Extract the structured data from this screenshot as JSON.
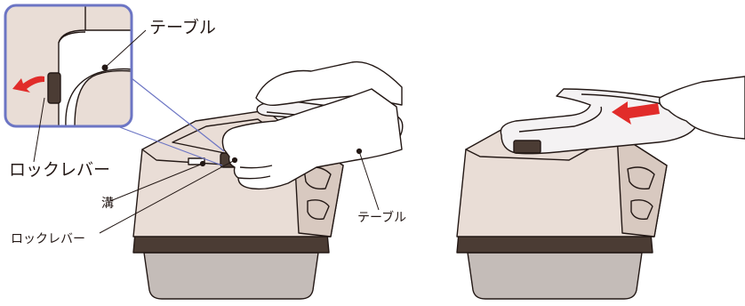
{
  "labels": {
    "table_top": "テーブル",
    "lock_lever_large": "ロックレバー",
    "groove": "溝",
    "lock_lever_small": "ロックレバー",
    "table_right": "テーブル"
  },
  "colors": {
    "body": "#e9ddd6",
    "body_shade": "#d8c9c0",
    "band": "#4b3c34",
    "bottom_tray": "#c4bcb8",
    "outline": "#231815",
    "inset_border": "#6c75c4",
    "inset_bg": "#e9ddd6",
    "table": "#f4f2f3",
    "skin": "#ffffff",
    "arrow": "#e12c2a"
  },
  "icons": [
    "arrow-left-icon",
    "arrow-left-icon"
  ]
}
